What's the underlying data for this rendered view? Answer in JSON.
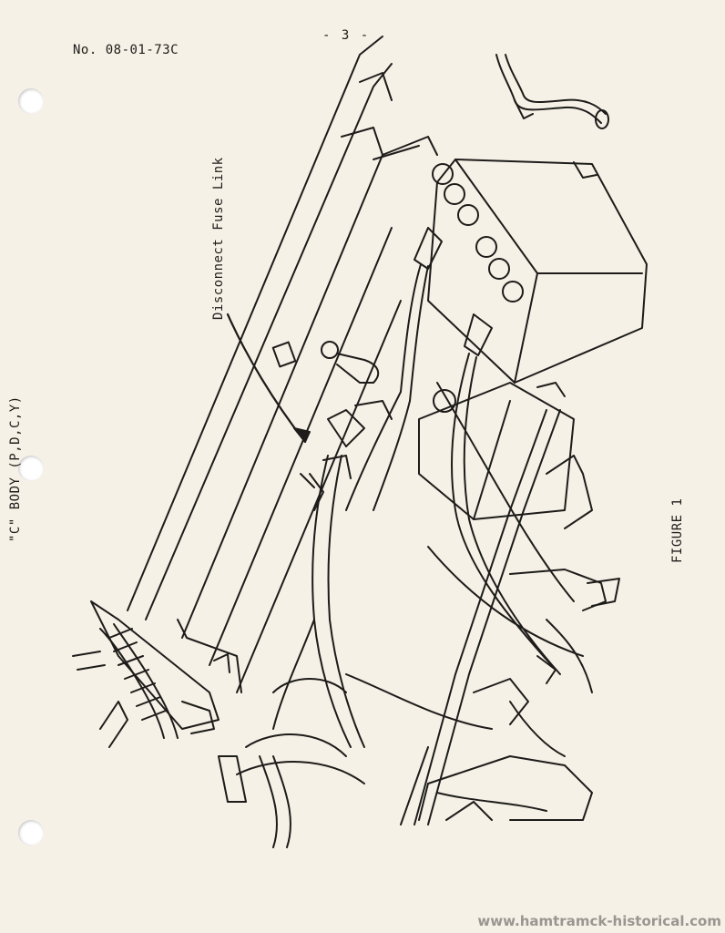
{
  "header": {
    "doc_number": "No. 08-01-73C",
    "page_number": "- 3 -"
  },
  "labels": {
    "body_designation": "\"C\" BODY (P,D,C,Y)",
    "callout": "Disconnect Fuse Link",
    "figure": "FIGURE 1"
  },
  "footer": {
    "watermark": "www.hamtramck-historical.com"
  }
}
